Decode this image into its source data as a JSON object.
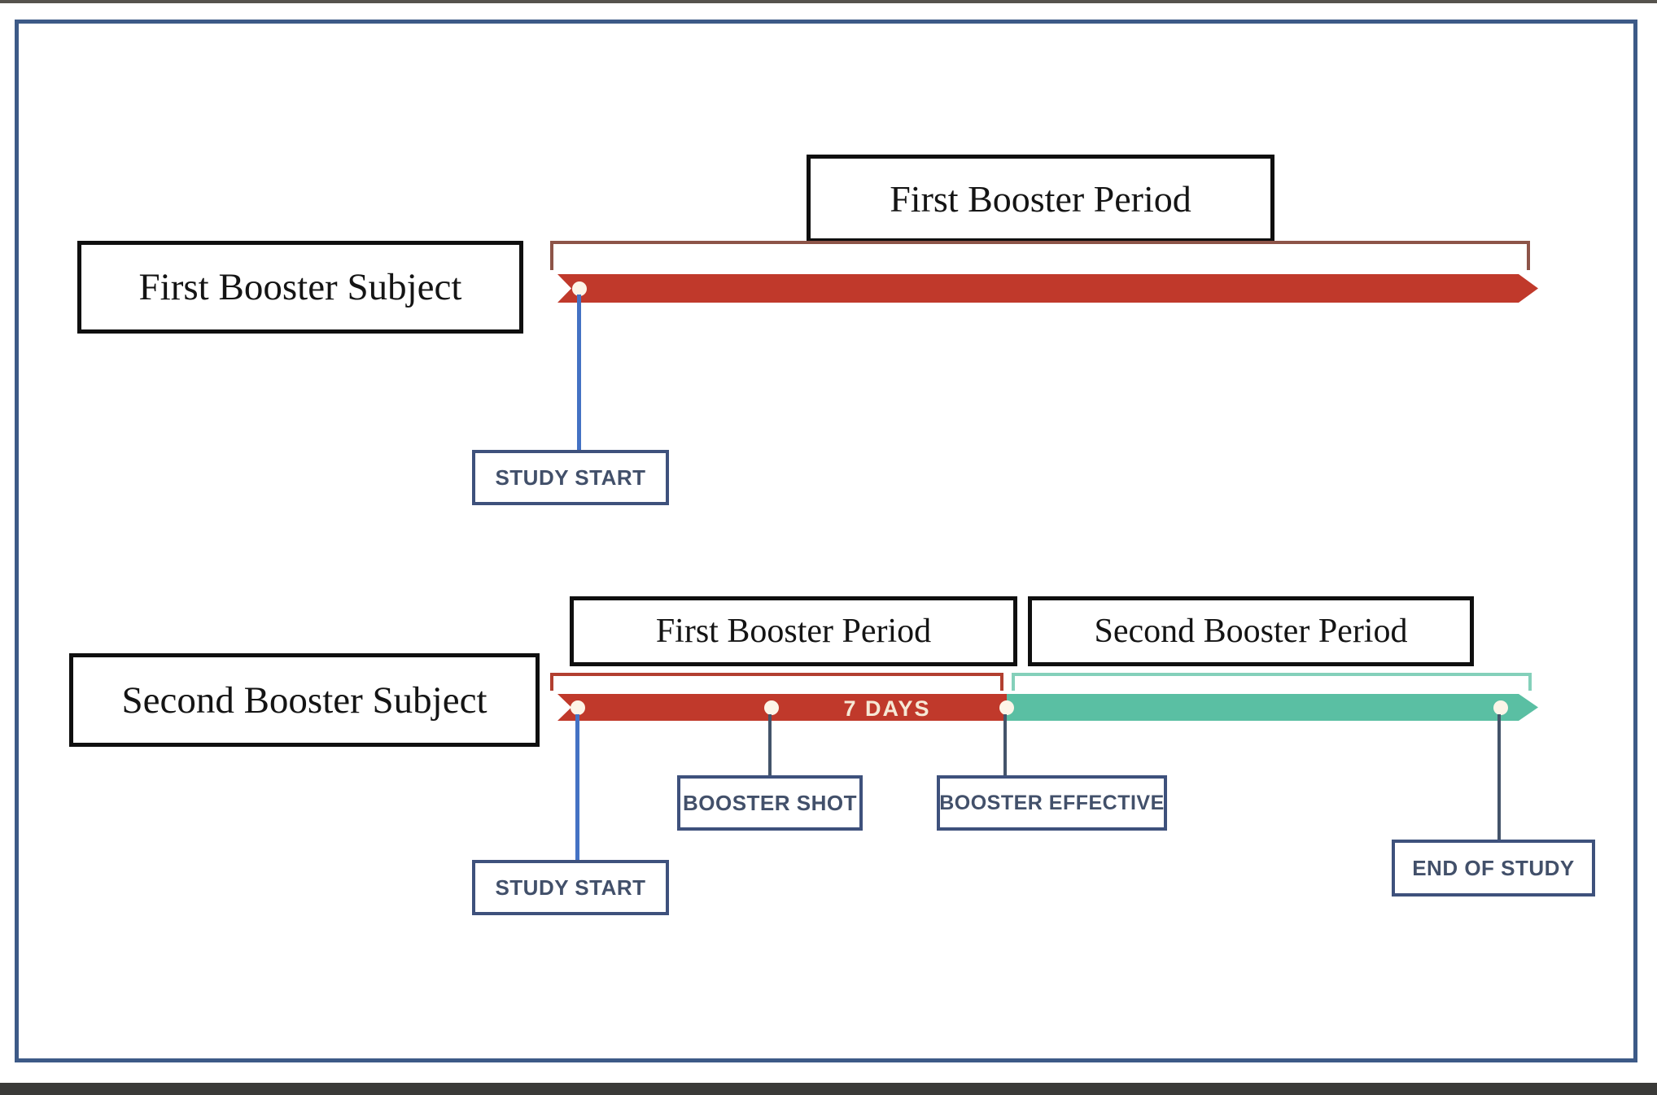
{
  "diagram": {
    "row1": {
      "subject_label": "First Booster Subject",
      "period_label": "First Booster Period",
      "milestones": {
        "study_start": "STUDY START"
      }
    },
    "row2": {
      "subject_label": "Second Booster Subject",
      "period1_label": "First Booster Period",
      "period2_label": "Second Booster Period",
      "duration_label": "7 DAYS",
      "milestones": {
        "study_start": "STUDY START",
        "booster_shot": "BOOSTER SHOT",
        "booster_effective": "BOOSTER EFFECTIVE",
        "end_of_study": "END OF STUDY"
      }
    },
    "colors": {
      "first_booster_bar": "#c0392b",
      "second_booster_bar": "#5abfa3",
      "bracket_red": "#b23f30",
      "bracket_teal": "#84d0ba",
      "bracket_muted": "#8d5448",
      "connector_blue": "#4472c4",
      "connector_navy": "#44546a",
      "label_box_border": "#3e517c",
      "frame_border": "#3d5a87",
      "milestone_dot": "#fdf5e8"
    }
  }
}
